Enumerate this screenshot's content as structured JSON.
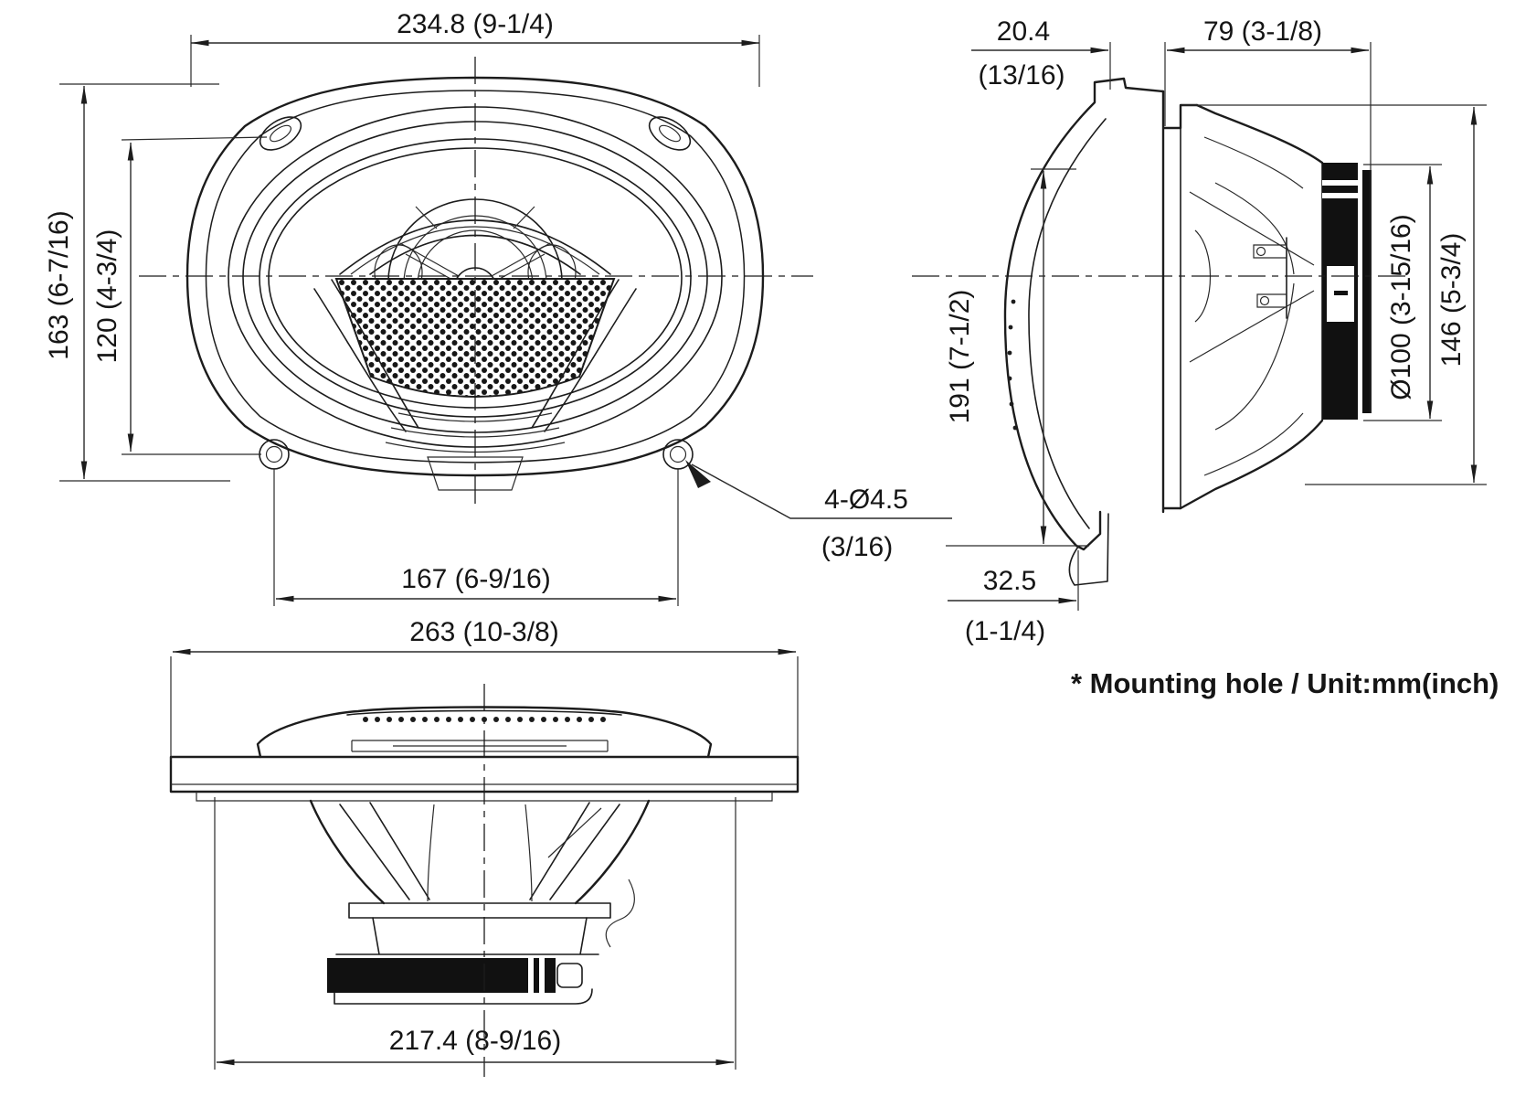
{
  "note": {
    "text": "* Mounting hole / Unit:mm(inch)"
  },
  "front_view": {
    "overall_width": "234.8 (9-1/4)",
    "cutout_height": "163 (6-7/16)",
    "hole_spacing_vertical": "120 (4-3/4)",
    "hole_spacing_horizontal": "167 (6-9/16)",
    "hole_callout_qty_dia": "4-Ø4.5",
    "hole_callout_inch": "(3/16)"
  },
  "side_view": {
    "grille_protrusion_mm": "20.4",
    "grille_protrusion_inch": "(13/16)",
    "mounting_depth": "79 (3-1/8)",
    "frame_height": "191 (7-1/2)",
    "magnet_diameter": "Ø100 (3-15/16)",
    "rear_assembly_height": "146 (5-3/4)",
    "bottom_lip_protrusion_mm": "32.5",
    "bottom_lip_protrusion_inch": "(1-1/4)"
  },
  "bottom_view": {
    "overall_width": "263 (10-3/8)",
    "frame_outer_width": "217.4 (8-9/16)"
  }
}
